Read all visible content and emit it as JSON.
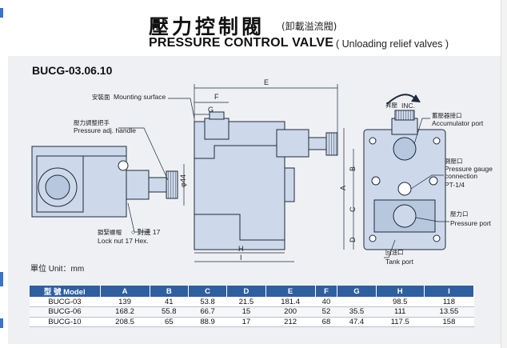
{
  "header": {
    "title_zh": "壓力控制閥",
    "title_zh_sub": "(卸載溢流閥)",
    "title_en": "PRESSURE CONTROL VALVE",
    "title_en_sub": "( Unloading relief valves )"
  },
  "model_code": "BUCG-03.06.10",
  "labels": {
    "mounting_surface_zh": "安裝面",
    "mounting_surface": "Mounting surface",
    "pressure_adj_zh": "壓力調整把手",
    "pressure_adj": "Pressure adj. handle",
    "lock_nut_zh": "鎖緊螺帽",
    "lock_nut_open": "○ 對邊 17",
    "lock_nut": "Lock nut 17 Hex.",
    "inc": "INC.",
    "inc_zh": "昇壓",
    "accumulator_zh": "蓄壓器接口",
    "accumulator": "Accumulator port",
    "gauge_zh": "測壓口",
    "gauge_1": "Pressure gauge",
    "gauge_2": "connection",
    "gauge_3": "PT-1/4",
    "pressure_port_zh": "壓力口",
    "pressure_port": "Pressure port",
    "tank_port_zh": "回油口",
    "tank_port": "Tank port"
  },
  "dimension_letters": {
    "a": "A",
    "b": "B",
    "c": "C",
    "d": "D",
    "e": "E",
    "f": "F",
    "g": "G",
    "h": "H",
    "i": "I",
    "phi44": "φ44"
  },
  "unit_label": "單位 Unit：mm",
  "table": {
    "headers": [
      "型 號 Model",
      "A",
      "B",
      "C",
      "D",
      "E",
      "F",
      "G",
      "H",
      "I"
    ],
    "rows": [
      [
        "BUCG-03",
        "139",
        "41",
        "53.8",
        "21.5",
        "181.4",
        "40",
        "",
        "98.5",
        "118"
      ],
      [
        "BUCG-06",
        "168.2",
        "55.8",
        "66.7",
        "15",
        "200",
        "52",
        "35.5",
        "111",
        "13.55"
      ],
      [
        "BUCG-10",
        "208.5",
        "65",
        "88.9",
        "17",
        "212",
        "68",
        "47.4",
        "117.5",
        "158"
      ]
    ]
  },
  "colors": {
    "table_header": "#2f5f9f",
    "panel_bg": "#eef0f3",
    "drawing_fill": "#cdd9ea",
    "drawing_line": "#1d2a3a"
  }
}
